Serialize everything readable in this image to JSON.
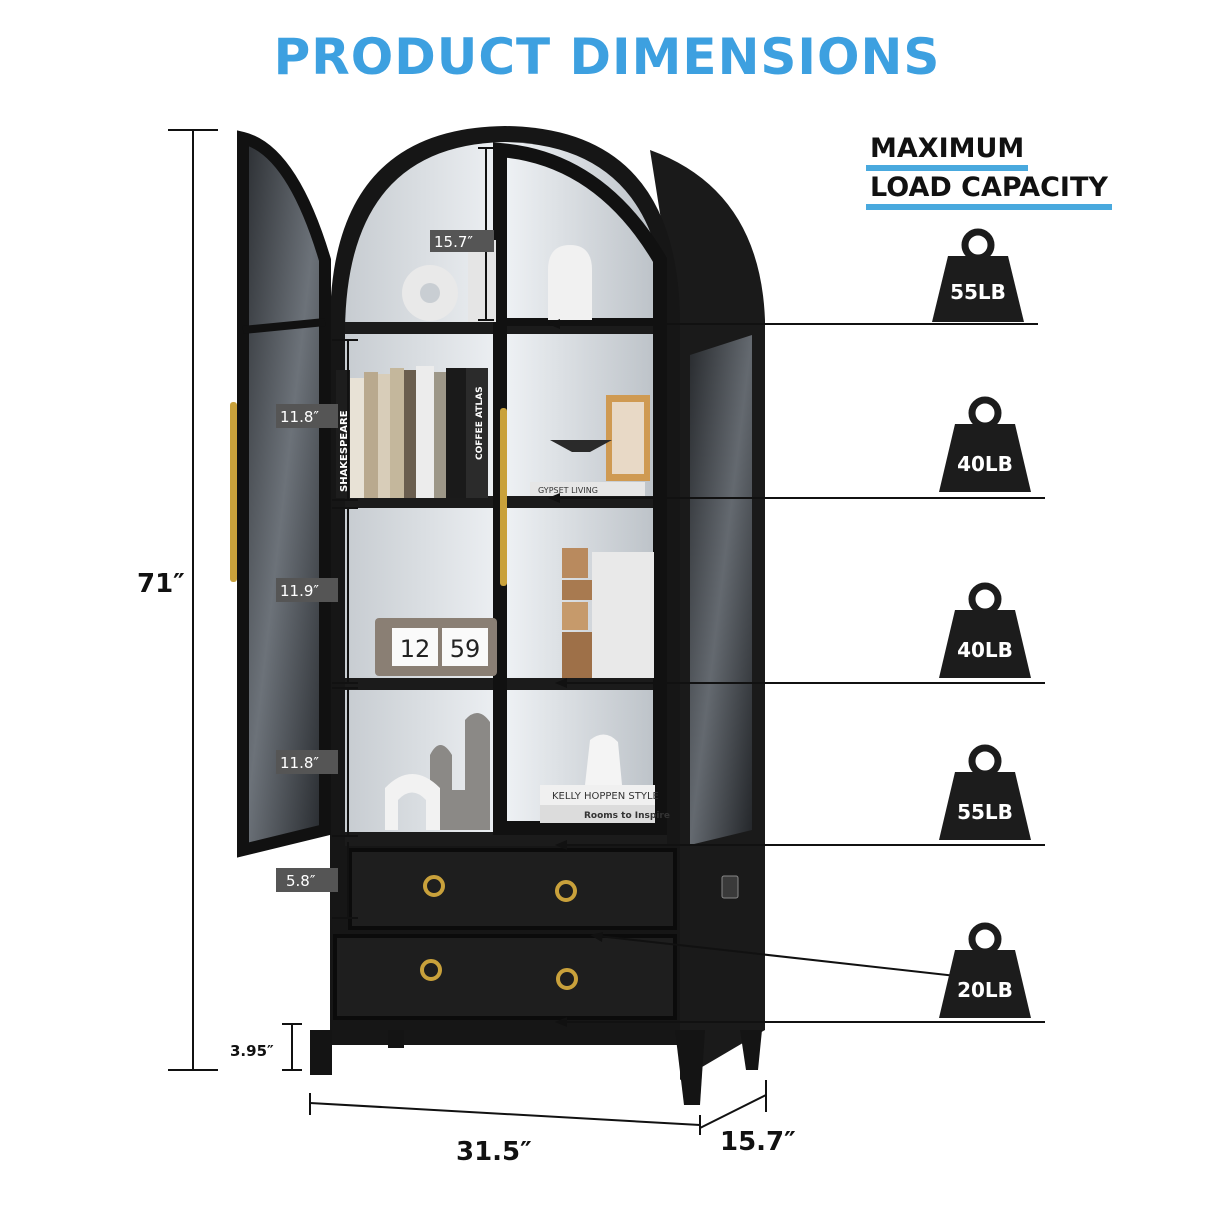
{
  "title": "PRODUCT DIMENSIONS",
  "capacity_heading": [
    "MAXIMUM",
    "LOAD CAPACITY"
  ],
  "overall": {
    "height": "71″",
    "width": "31.5″",
    "depth": "15.7″",
    "leg_height": "3.95″"
  },
  "compartments": [
    {
      "height": "15.7″"
    },
    {
      "height": "11.8″"
    },
    {
      "height": "11.9″"
    },
    {
      "height": "11.8″"
    },
    {
      "height": "5.8″"
    }
  ],
  "loads": [
    {
      "label": "55LB"
    },
    {
      "label": "40LB"
    },
    {
      "label": "40LB"
    },
    {
      "label": "55LB"
    },
    {
      "label": "20LB"
    }
  ],
  "props": {
    "book_spine_1": "SHAKESPEARE",
    "book_spine_2": "COFFEE ATLAS",
    "book_label_1": "GYPSET LIVING",
    "book_label_2": "KELLY HOPPEN STYLE",
    "book_label_3": "Rooms to Inspire",
    "clock_hour": "12",
    "clock_min": "59"
  },
  "colors": {
    "title": "#3da0e0",
    "accent_underline": "#49a9de",
    "cabinet": "#151515",
    "weight_icon": "#1c1c1c",
    "dim_tag_bg": "#555555"
  }
}
